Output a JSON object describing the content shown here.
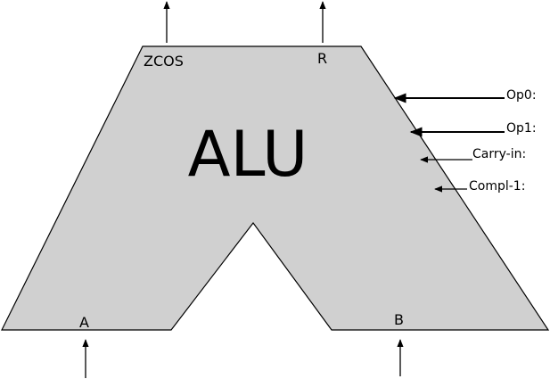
{
  "alu": {
    "title": "ALU",
    "body_fill": "#d0d0d0",
    "outline": "#000000"
  },
  "outputs": {
    "zcos": "ZCOS",
    "r": "R"
  },
  "inputs": {
    "a": "A",
    "b": "B"
  },
  "controls": {
    "op0": "Op0:",
    "op1": "Op1:",
    "carry_in": "Carry-in:",
    "compl_1": "Compl-1:"
  }
}
